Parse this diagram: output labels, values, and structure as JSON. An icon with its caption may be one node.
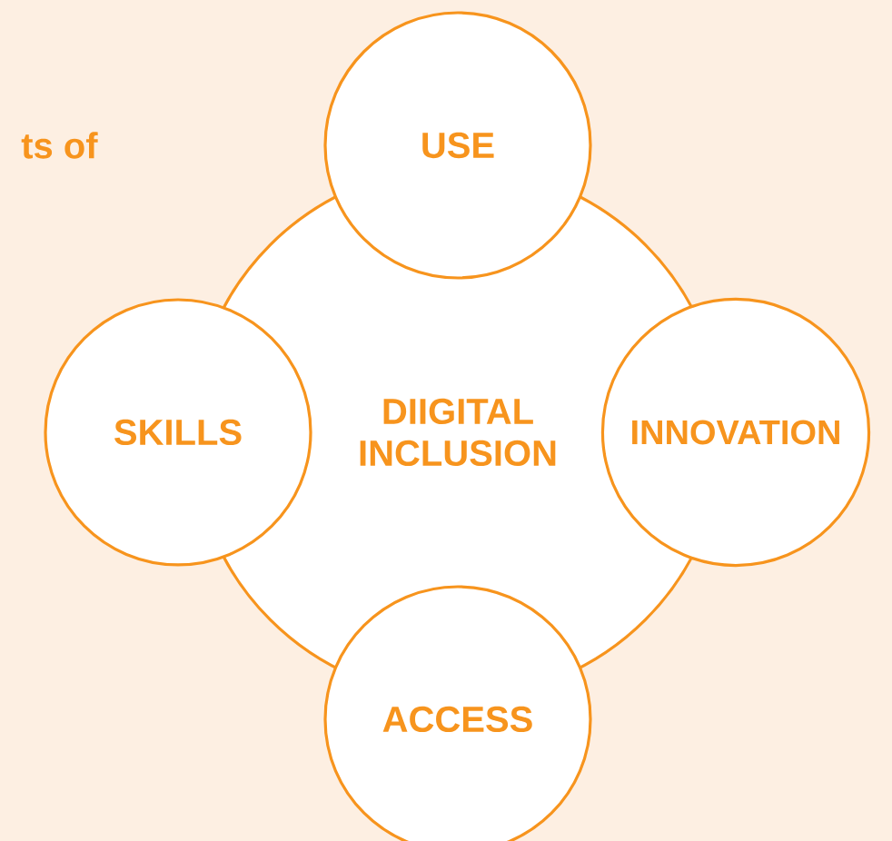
{
  "diagram": {
    "nodes": [
      {
        "text": [
          "DIIGITAL INCLUSION"
        ]
      },
      {
        "text": [
          "USE"
        ]
      },
      {
        "text": [
          "SKILLS"
        ]
      },
      {
        "text": [
          "INNOVATION"
        ]
      },
      {
        "text": [
          "ACCESS"
        ]
      }
    ],
    "labels": [
      "ts of"
    ]
  }
}
